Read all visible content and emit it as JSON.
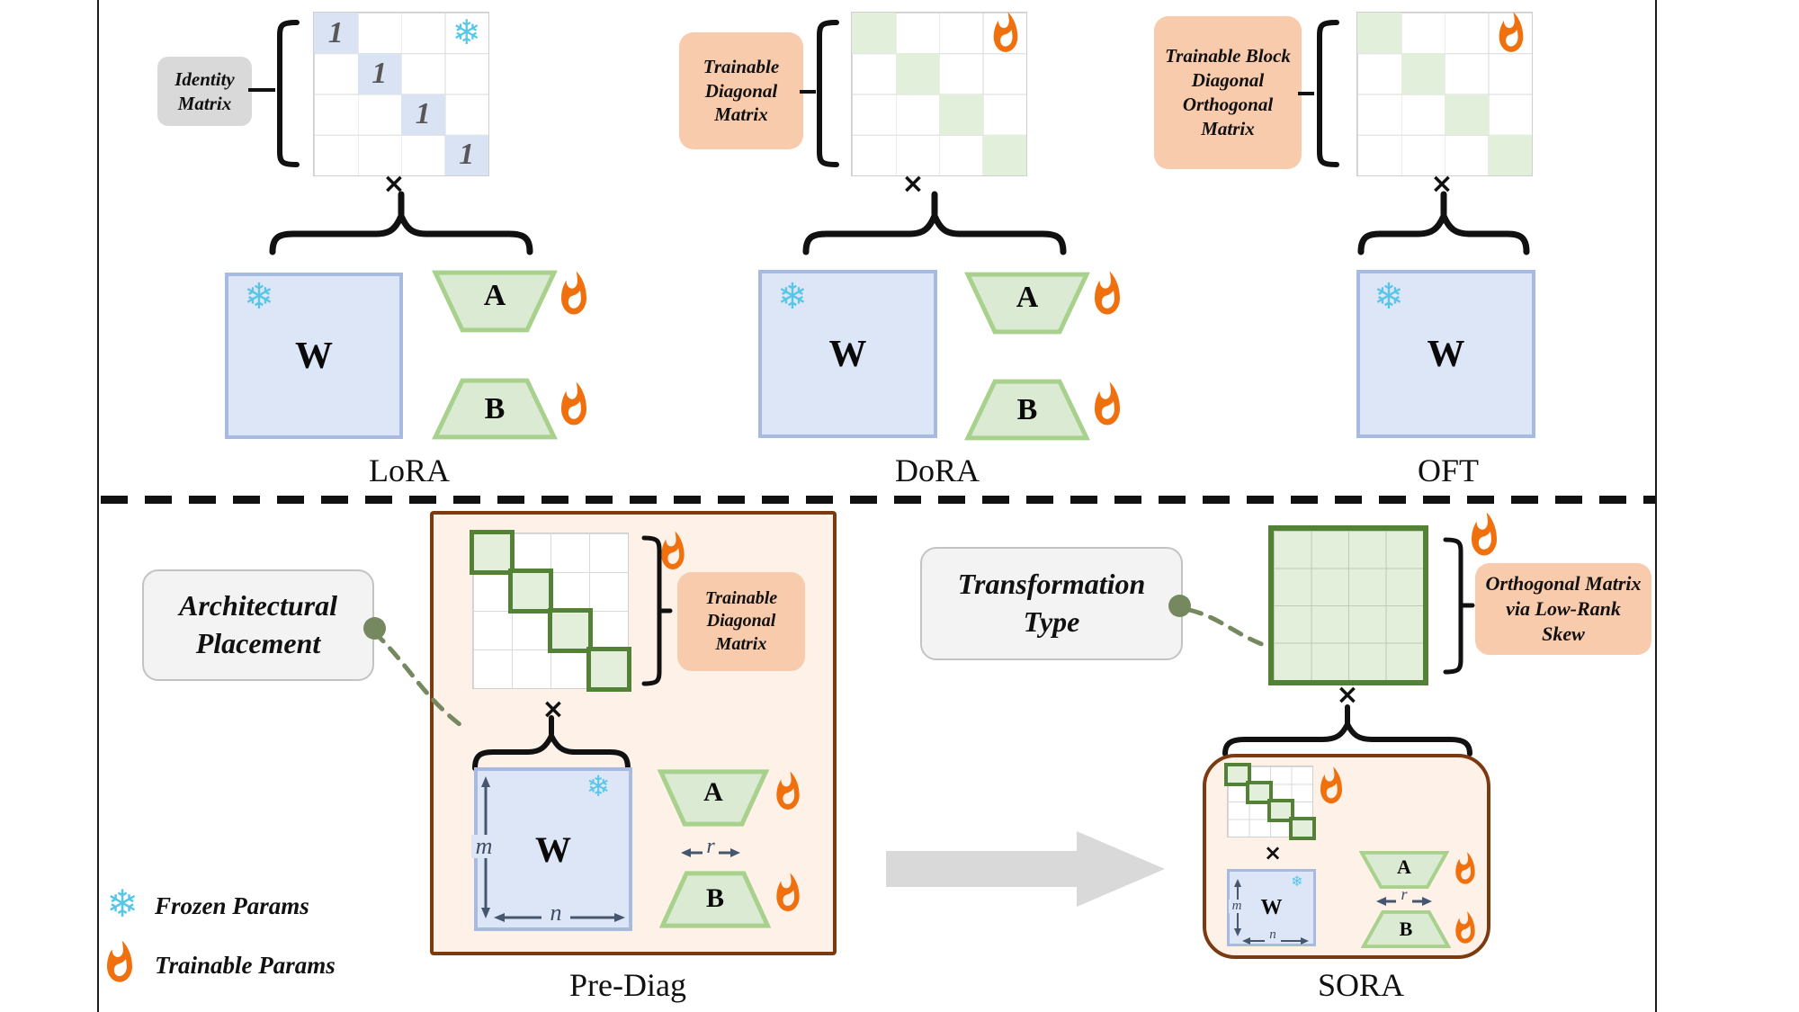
{
  "icons": {
    "snowflake_char": "❄"
  },
  "symbols": {
    "multiply": "×"
  },
  "legend": {
    "frozen_label": "Frozen Params",
    "trainable_label": "Trainable Params"
  },
  "lora": {
    "callout": "Identity Matrix",
    "one": "1",
    "w": "W",
    "a": "A",
    "b": "B",
    "label": "LoRA"
  },
  "dora": {
    "callout": "Trainable Diagonal Matrix",
    "w": "W",
    "a": "A",
    "b": "B",
    "label": "DoRA"
  },
  "oft": {
    "callout": "Trainable Block Diagonal Orthogonal Matrix",
    "w": "W",
    "label": "OFT"
  },
  "pre_diag": {
    "placement_callout": "Architectural Placement",
    "diag_callout": "Trainable Diagonal Matrix",
    "w": "W",
    "a": "A",
    "b": "B",
    "m": "m",
    "n": "n",
    "r": "r",
    "label": "Pre-Diag"
  },
  "sora": {
    "type_callout": "Transformation Type",
    "orth_callout": "Orthogonal Matrix via Low-Rank Skew",
    "w": "W",
    "a": "A",
    "b": "B",
    "m": "m",
    "n": "n",
    "r": "r",
    "label": "SORA"
  },
  "colors": {
    "frozen_blue_fill": "#dce6f6",
    "frozen_blue_border": "#a6bbdf",
    "trainable_green_fill": "#dbead3",
    "trainable_green_border": "#a9d18e",
    "diag_green_strong": "#538135",
    "orange_callout": "#f8cbad",
    "gray_callout": "#d9d9d9",
    "light_gray_callout": "#f3f3f3",
    "brown_border": "#7b3a10",
    "cream_fill": "#fdf1e8",
    "flame_orange": "#f0700e",
    "snowflake_cyan": "#57c6e7",
    "olive_connector": "#76885f"
  }
}
